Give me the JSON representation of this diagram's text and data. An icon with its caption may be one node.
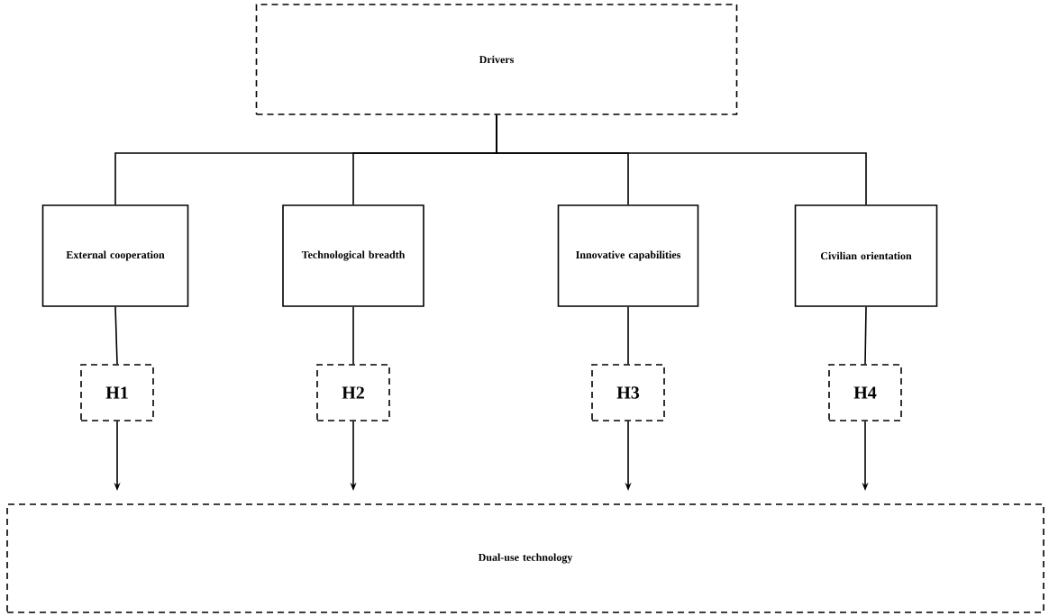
{
  "diagram": {
    "nodes": [
      {
        "text": [
          "Drivers"
        ]
      },
      {
        "text": [
          "External cooperation"
        ]
      },
      {
        "text": [
          "Technological breadth"
        ]
      },
      {
        "text": [
          "Innovative capabilities"
        ]
      },
      {
        "text": [
          "Civilian orientation"
        ]
      },
      {
        "text": [
          "H1"
        ]
      },
      {
        "text": [
          "H2"
        ]
      },
      {
        "text": [
          "H3"
        ]
      },
      {
        "text": [
          "H4"
        ]
      },
      {
        "text": [
          "Dual-use technology"
        ]
      }
    ],
    "edges": [
      {
        "from": 0,
        "to": 1,
        "arrow": "none"
      },
      {
        "from": 0,
        "to": 2,
        "arrow": "none"
      },
      {
        "from": 0,
        "to": 3,
        "arrow": "none"
      },
      {
        "from": 0,
        "to": 4,
        "arrow": "none"
      },
      {
        "from": 1,
        "to": 5,
        "arrow": "none"
      },
      {
        "from": 2,
        "to": 6,
        "arrow": "none"
      },
      {
        "from": 3,
        "to": 7,
        "arrow": "none"
      },
      {
        "from": 4,
        "to": 8,
        "arrow": "none"
      },
      {
        "from": 5,
        "to": 9,
        "arrow": "to"
      },
      {
        "from": 6,
        "to": 9,
        "arrow": "to"
      },
      {
        "from": 7,
        "to": 9,
        "arrow": "to"
      },
      {
        "from": 8,
        "to": 9,
        "arrow": "to"
      }
    ]
  }
}
